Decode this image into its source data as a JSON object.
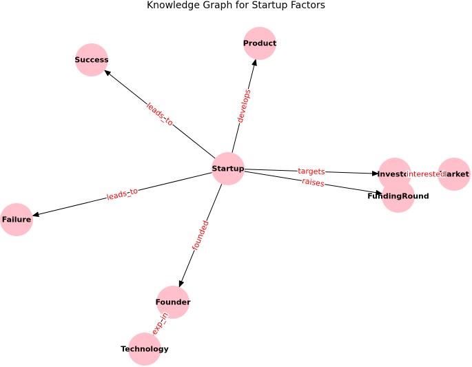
{
  "title": "Knowledge Graph for Startup Factors",
  "colors": {
    "node_fill": "#ffc0cb",
    "edge": "#000000",
    "edge_label": "#ff0000"
  },
  "nodes": [
    {
      "id": "startup",
      "label": "Startup"
    },
    {
      "id": "product",
      "label": "Product"
    },
    {
      "id": "success",
      "label": "Success"
    },
    {
      "id": "failure",
      "label": "Failure"
    },
    {
      "id": "founder",
      "label": "Founder"
    },
    {
      "id": "technology",
      "label": "Technology"
    },
    {
      "id": "investor",
      "label": "Investor"
    },
    {
      "id": "funding_round",
      "label": "FundingRound"
    },
    {
      "id": "market",
      "label": "Market"
    }
  ],
  "edges": [
    {
      "source": "startup",
      "target": "success",
      "label": "leads_to"
    },
    {
      "source": "startup",
      "target": "product",
      "label": "develops"
    },
    {
      "source": "startup",
      "target": "failure",
      "label": "leads_to"
    },
    {
      "source": "startup",
      "target": "founder",
      "label": "founded"
    },
    {
      "source": "startup",
      "target": "investor",
      "label": "targets"
    },
    {
      "source": "startup",
      "target": "funding_round",
      "label": "raises"
    },
    {
      "source": "investor",
      "target": "market",
      "label": "interested"
    },
    {
      "source": "founder",
      "target": "technology",
      "label": "exp_in"
    }
  ]
}
